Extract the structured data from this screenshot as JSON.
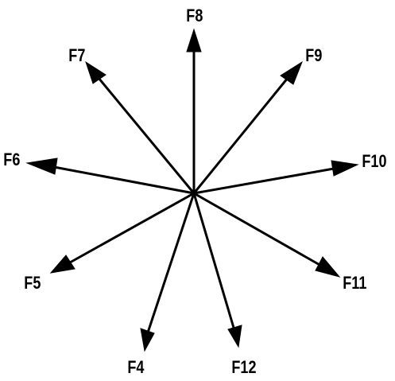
{
  "vectors": [
    {
      "id": "F4",
      "label": "F4"
    },
    {
      "id": "F5",
      "label": "F5"
    },
    {
      "id": "F6",
      "label": "F6"
    },
    {
      "id": "F7",
      "label": "F7"
    },
    {
      "id": "F8",
      "label": "F8"
    },
    {
      "id": "F9",
      "label": "F9"
    },
    {
      "id": "F10",
      "label": "F10"
    },
    {
      "id": "F11",
      "label": "F11"
    },
    {
      "id": "F12",
      "label": "F12"
    }
  ]
}
